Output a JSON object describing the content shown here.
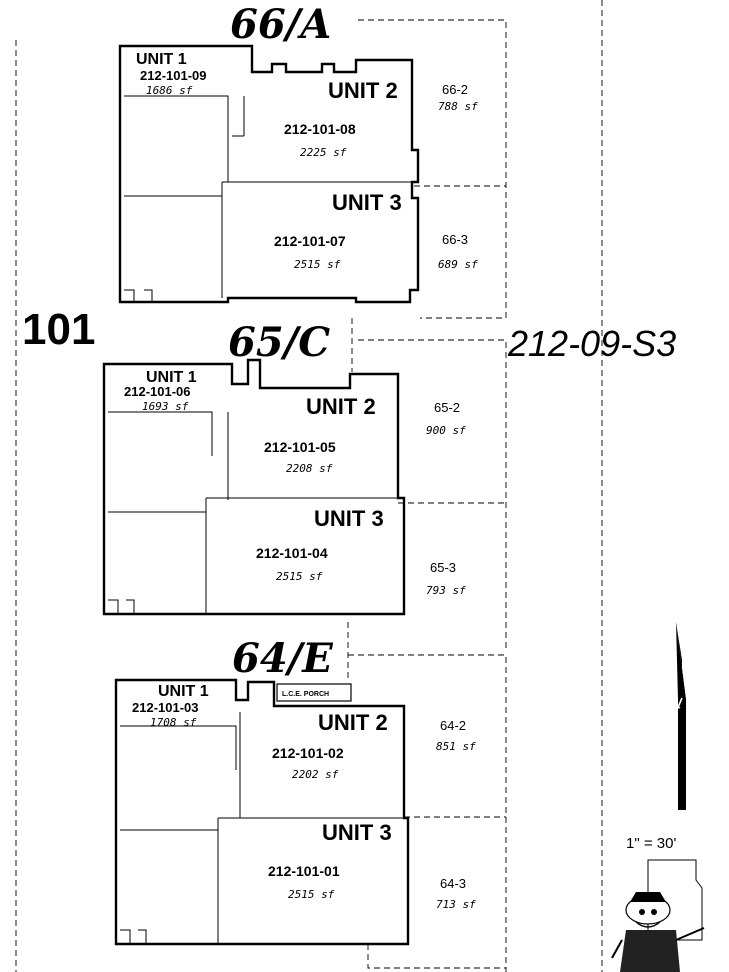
{
  "lot_number": "101",
  "parcel_number": "212-09-S3",
  "scale": "1\" = 30'",
  "buildings": [
    {
      "title": "66/A",
      "units": [
        {
          "label": "UNIT 1",
          "apn": "212-101-09",
          "area": "1686 sf"
        },
        {
          "label": "UNIT 2",
          "apn": "212-101-08",
          "area": "2225 sf"
        },
        {
          "label": "UNIT 3",
          "apn": "212-101-07",
          "area": "2515 sf"
        }
      ],
      "limited": [
        {
          "id": "66-2",
          "area": "788 sf"
        },
        {
          "id": "66-3",
          "area": "689 sf"
        }
      ]
    },
    {
      "title": "65/C",
      "units": [
        {
          "label": "UNIT 1",
          "apn": "212-101-06",
          "area": "1693 sf"
        },
        {
          "label": "UNIT 2",
          "apn": "212-101-05",
          "area": "2208 sf"
        },
        {
          "label": "UNIT 3",
          "apn": "212-101-04",
          "area": "2515 sf"
        }
      ],
      "limited": [
        {
          "id": "65-2",
          "area": "900 sf"
        },
        {
          "id": "65-3",
          "area": "793 sf"
        }
      ]
    },
    {
      "title": "64/E",
      "porch": "L.C.E. PORCH",
      "units": [
        {
          "label": "UNIT 1",
          "apn": "212-101-03",
          "area": "1708 sf"
        },
        {
          "label": "UNIT 2",
          "apn": "212-101-02",
          "area": "2202 sf"
        },
        {
          "label": "UNIT 3",
          "apn": "212-101-01",
          "area": "2515 sf"
        }
      ],
      "limited": [
        {
          "id": "64-2",
          "area": "851 sf"
        },
        {
          "id": "64-3",
          "area": "713 sf"
        }
      ]
    }
  ],
  "icons": [
    "north-arrow-icon",
    "mascot-icon"
  ]
}
